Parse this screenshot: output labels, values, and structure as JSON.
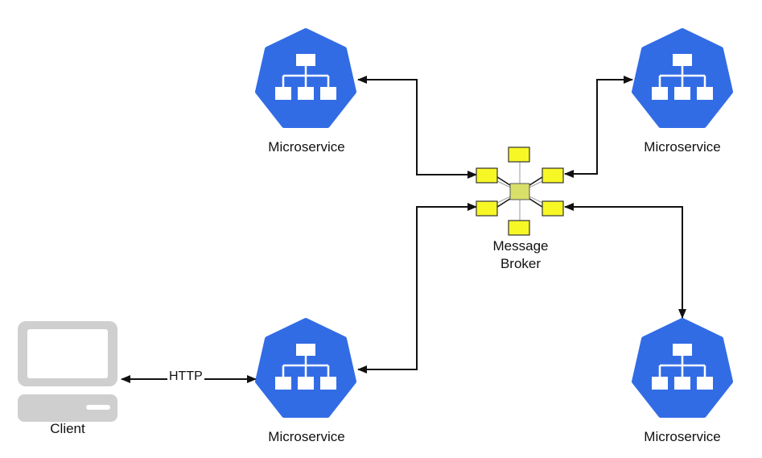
{
  "colors": {
    "microservice": "#326ce5",
    "queue_box": "#f7f726",
    "hub": "#d8e06a",
    "client_gray": "#cfcfcf",
    "arrow": "#111111"
  },
  "icons": {
    "microservice": "kubernetes-heptagon-hierarchy-icon",
    "broker": "message-broker-hub-icon",
    "client": "desktop-computer-icon"
  },
  "microservices": [
    {
      "label": "Microservice"
    },
    {
      "label": "Microservice"
    },
    {
      "label": "Microservice"
    },
    {
      "label": "Microservice"
    }
  ],
  "broker": {
    "line1": "Message",
    "line2": "Broker"
  },
  "client": {
    "label": "Client"
  },
  "connections": {
    "http_label": "HTTP"
  }
}
